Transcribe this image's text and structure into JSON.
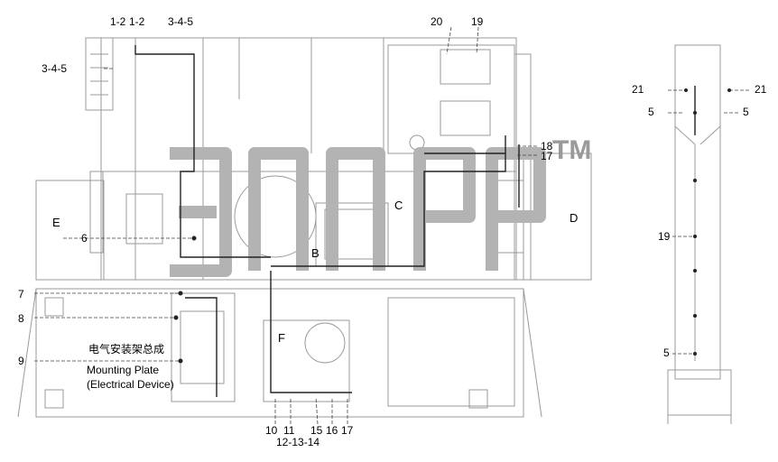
{
  "labels": {
    "top_1_2": "1-2",
    "top_1_2b": "1-2",
    "top_3_4_5": "3-4-5",
    "left_3_4_5": "3-4-5",
    "n20": "20",
    "n19": "19",
    "n18": "18",
    "n17_right": "17",
    "letter_e": "E",
    "letter_c": "C",
    "letter_d": "D",
    "letter_b": "B",
    "letter_f": "F",
    "n6": "6",
    "n7": "7",
    "n8": "8",
    "n9": "9",
    "mounting_cn": "电气安装架总成",
    "mounting_en1": "Mounting Plate",
    "mounting_en2": "(Electrical Device)",
    "b10": "10",
    "b11": "11",
    "b12_13_14": "12-13-14",
    "b15": "15",
    "b16": "16",
    "b17": "17",
    "r21_left": "21",
    "r21_right": "21",
    "r5_left": "5",
    "r5_right": "5",
    "r19": "19",
    "r5_bottom": "5"
  },
  "watermark": {
    "mark": "TM",
    "color": "#9a9a9a"
  }
}
